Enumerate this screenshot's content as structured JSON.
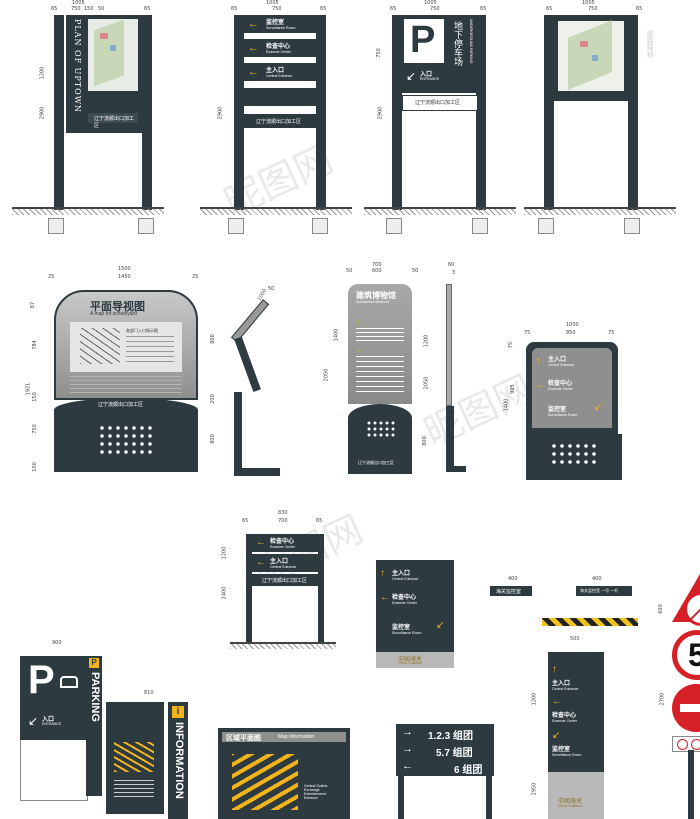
{
  "watermarks": [
    "昵图网",
    "昵图网",
    "昵图网"
  ],
  "top_row": {
    "signs": [
      {
        "dims_top": [
          "1005",
          "65",
          "750",
          "150",
          "50",
          "65"
        ],
        "vertical_text": "PLAN OF UPTOWN",
        "dims_side": [
          "1200",
          "2900"
        ],
        "banner": "辽宁流顺出口加工区"
      },
      {
        "dims_top": [
          "1005",
          "65",
          "750",
          "65"
        ],
        "rows": [
          {
            "cn": "监控室",
            "en": "Surveillance Room",
            "arrow": "←"
          },
          {
            "cn": "检查中心",
            "en": "Examine Center",
            "arrow": "←"
          },
          {
            "cn": "主入口",
            "en": "Central Entrance",
            "arrow": "←"
          }
        ],
        "dims_side": [
          "2900"
        ],
        "banner": "辽宁流顺出口加工区"
      },
      {
        "dims_top": [
          "1005",
          "65",
          "750",
          "65"
        ],
        "dims_side": [
          "750",
          "2900"
        ],
        "vertical_en": "UNDERGROUND PARKING",
        "big_letter": "P",
        "cn_parking": "地下停车场",
        "entrance_cn": "入口",
        "entrance_en": "ENTRANCE",
        "entrance_arrow": "↙",
        "banner": "辽宁流顺出口加工区"
      },
      {
        "dims_top": [
          "1005",
          "65",
          "750",
          "65"
        ],
        "side_note": "道路规划",
        "banner": ""
      }
    ]
  },
  "mid_row": {
    "kiosk": {
      "dims_top": [
        "1500",
        "1450",
        "25",
        "25"
      ],
      "dims_side": [
        "87",
        "784",
        "1921",
        "150",
        "750",
        "100"
      ],
      "title_cn": "平面导视图",
      "title_en": "A map for schoolyard",
      "legend_title": "各部门入口指示图",
      "banner": "辽宁流顺出口加工区"
    },
    "kiosk_side": {
      "dims": [
        "1000",
        "50",
        "800",
        "200",
        "800"
      ]
    },
    "tower": {
      "dims_top": [
        "700",
        "600",
        "50",
        "50"
      ],
      "dims_side": [
        "2050",
        "1400"
      ],
      "title_cn": "建筑博物馆",
      "title_en": "Architecture Museum",
      "banner": "辽宁流顺出口加工区"
    },
    "tower_side": {
      "dims": [
        "60",
        "3",
        "1200",
        "2050",
        "800"
      ]
    },
    "directory": {
      "dims_top": [
        "1000",
        "850",
        "75",
        "75"
      ],
      "dims_side": [
        "75",
        "905",
        "1400"
      ],
      "rows": [
        {
          "cn": "主入口",
          "en": "Central Entrance",
          "arrow": "↑"
        },
        {
          "cn": "检查中心",
          "en": "Examine Center",
          "arrow": "←"
        },
        {
          "cn": "监控室",
          "en": "Surveillance Room",
          "arrow": "↙"
        }
      ]
    }
  },
  "bottom_row": {
    "small_post": {
      "dims_top": [
        "830",
        "65",
        "700",
        "65"
      ],
      "dims_side": [
        "1200",
        "2400"
      ],
      "rows": [
        {
          "cn": "检查中心",
          "en": "Examine Center",
          "arrow": "←"
        },
        {
          "cn": "主入口",
          "en": "Central Entrance",
          "arrow": "←"
        }
      ],
      "banner": "辽宁流顺出口加工区"
    },
    "wall_panel": {
      "rows": [
        {
          "cn": "主入口",
          "en": "Central Entrance",
          "arrow": "↑"
        },
        {
          "cn": "检查中心",
          "en": "Examine Center",
          "arrow": "←"
        },
        {
          "cn": "监控室",
          "en": "Surveillance Room",
          "arrow": "↙"
        }
      ],
      "footer_cn": "中国海关",
      "footer_en": "China Customs"
    },
    "door_plate_1": {
      "text": "海关监控室",
      "dims": [
        "400"
      ]
    },
    "door_plate_2": {
      "text": "海关监控室 一号 一杆",
      "dims": [
        "400"
      ]
    },
    "parking": {
      "dims_top": [
        "900"
      ],
      "letter": "P",
      "entrance_cn": "入口",
      "entrance_en": "ENTRANCE",
      "entrance_arrow": "↙",
      "vertical": "PARKING",
      "icon_letter": "P"
    },
    "info": {
      "dims_top": [
        "810"
      ],
      "vertical": "INFORMATION",
      "icon_letter": "i"
    },
    "map_board": {
      "title_cn": "区域平面图",
      "title_en": "Map Information",
      "legend": [
        "Central Outlets",
        "Exchange",
        "Entertainment",
        "Entrance"
      ]
    },
    "group_sign": {
      "rows": [
        {
          "text": "1.2.3 组团",
          "arrow": "→"
        },
        {
          "text": "5.7 组团",
          "arrow": "→"
        },
        {
          "text": "6 组团",
          "arrow": "←"
        }
      ]
    },
    "narrow_tower": {
      "dims_top": [
        "500"
      ],
      "dims_side": [
        "1200",
        "2950"
      ],
      "rows": [
        {
          "cn": "主入口",
          "en": "Central Entrance",
          "arrow": "↑"
        },
        {
          "cn": "检查中心",
          "en": "Examine Center",
          "arrow": "←"
        },
        {
          "cn": "监控室",
          "en": "Surveillance Room",
          "arrow": "↙"
        }
      ],
      "footer_cn": "中国海关",
      "footer_en": "China Customs"
    },
    "traffic": {
      "dims_side": [
        "600",
        "2700"
      ],
      "speed": "5"
    }
  },
  "colors": {
    "panel": "#2d3a40",
    "grey": "#9a9a9a",
    "light_grey": "#c8c8c8",
    "arrow": "#f2b41a",
    "red": "#d61f26"
  }
}
